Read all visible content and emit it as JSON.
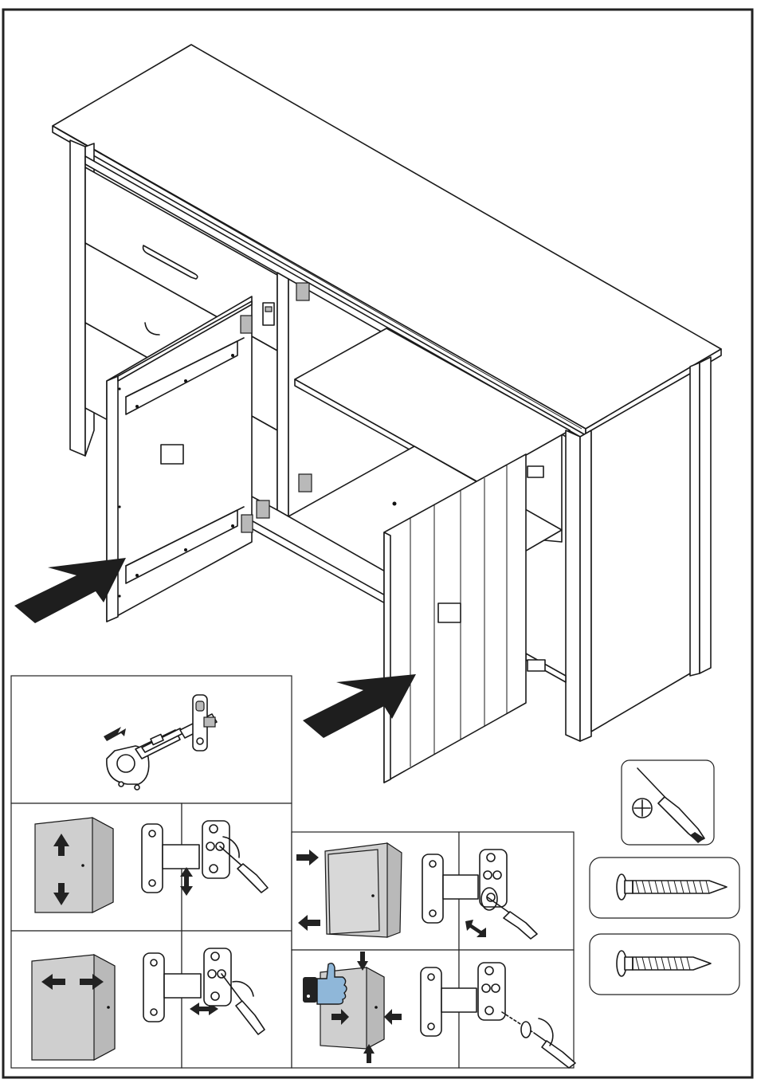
{
  "document": {
    "type": "assembly-instructions",
    "steps": [
      {
        "id": "door-mount-left"
      },
      {
        "id": "door-mount-right"
      },
      {
        "id": "hinge-clip-on"
      },
      {
        "id": "adjust-vertical"
      },
      {
        "id": "adjust-lateral"
      },
      {
        "id": "adjust-depth-skew"
      },
      {
        "id": "adjust-final-ok"
      }
    ]
  },
  "tools": [
    {
      "name": "phillips-screwdriver-icon"
    },
    {
      "name": "screw-long-icon"
    },
    {
      "name": "screw-short-icon"
    }
  ],
  "colors": {
    "line": "#1a1a1a",
    "panel_grey": "#cfcfcf",
    "arrow": "#1e1e1e"
  }
}
